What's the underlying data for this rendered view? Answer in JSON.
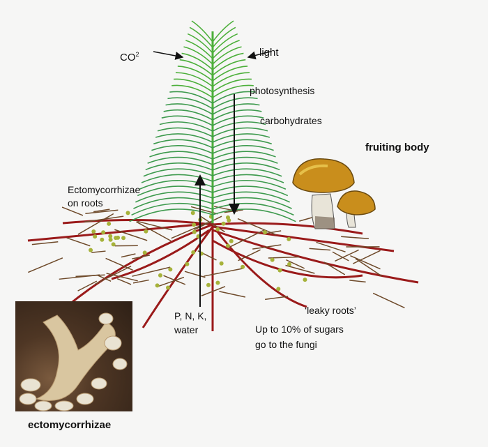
{
  "labels": {
    "co2": "CO",
    "co2_sup": "2",
    "light": "light",
    "photosynthesis": "photosynthesis",
    "carbohydrates": "carbohydrates",
    "fruiting_body": "fruiting body",
    "ecto_on_roots_1": "Ectomycorrhizae",
    "ecto_on_roots_2": "on roots",
    "nutrients_1": "P, N, K,",
    "nutrients_2": "water",
    "leaky_roots": "‘leaky roots’",
    "sugars_1": "Up to 10% of sugars",
    "sugars_2": "go to the fungi",
    "photo_caption": "ectomycorrhizae"
  },
  "colors": {
    "needle": "#4caf3a",
    "root_main": "#9a1a1a",
    "root_fine": "#6e4a2a",
    "fungus": "#a6b23a",
    "cap": "#c98e1c"
  }
}
